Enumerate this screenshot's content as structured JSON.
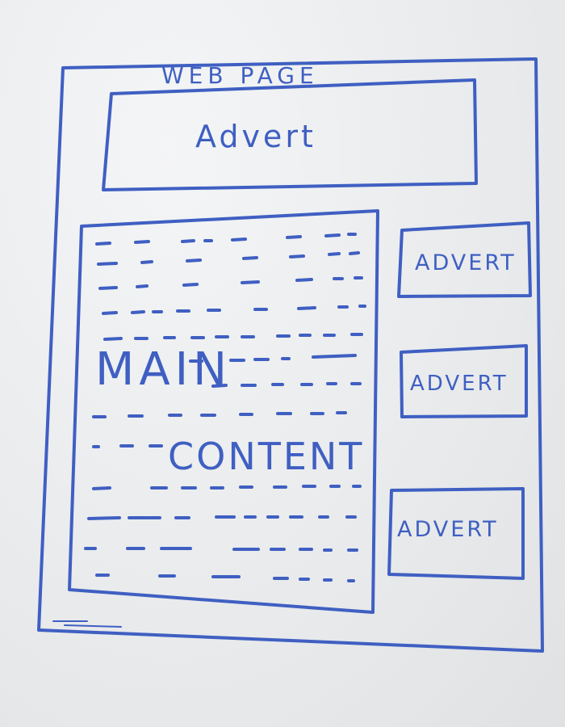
{
  "page": {
    "title": "WEB PAGE"
  },
  "top_advert": {
    "label": "Advert"
  },
  "main_content": {
    "line1": "MAIN",
    "line2": "CONTENT"
  },
  "side_adverts": [
    {
      "label": "ADVERT"
    },
    {
      "label": "ADVERT"
    },
    {
      "label": "ADVERT"
    }
  ],
  "colors": {
    "ink": "#3f5fc2",
    "paper": "#eceeef"
  }
}
